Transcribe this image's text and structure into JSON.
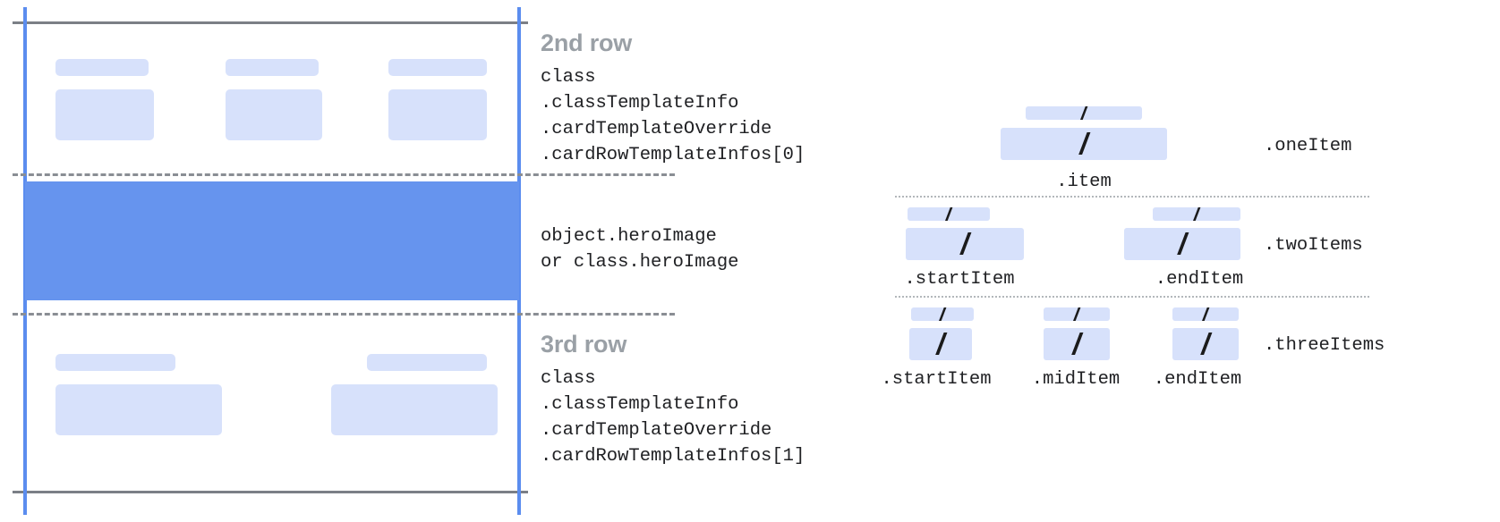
{
  "figure": {
    "title": "Card row template structure diagram",
    "colors": {
      "chip_fill": "#d7e1fb",
      "hero_fill": "#6694ee",
      "guide_blue": "#5b8def",
      "solid_rule": "#7b7f86",
      "dashed_rule": "#8a8e94",
      "row_title": "#9aa0a6",
      "mono_text": "#202124"
    },
    "slash_glyph": "/"
  },
  "left_panel": {
    "rows": [
      {
        "title": "2nd row",
        "code_lines": [
          "class",
          ".classTemplateInfo",
          ".cardTemplateOverride",
          ".cardRowTemplateInfos[0]"
        ]
      },
      {
        "title": "",
        "code_lines": [
          "object.heroImage",
          "or class.heroImage"
        ]
      },
      {
        "title": "3rd row",
        "code_lines": [
          "class",
          ".classTemplateInfo",
          ".cardTemplateOverride",
          ".cardRowTemplateInfos[1]"
        ]
      }
    ]
  },
  "right_panel": {
    "groups": [
      {
        "name": ".oneItem",
        "items": [
          {
            "label": ".item"
          }
        ]
      },
      {
        "name": ".twoItems",
        "items": [
          {
            "label": ".startItem"
          },
          {
            "label": ".endItem"
          }
        ]
      },
      {
        "name": ".threeItems",
        "items": [
          {
            "label": ".startItem"
          },
          {
            "label": ".midItem"
          },
          {
            "label": ".endItem"
          }
        ]
      }
    ]
  }
}
